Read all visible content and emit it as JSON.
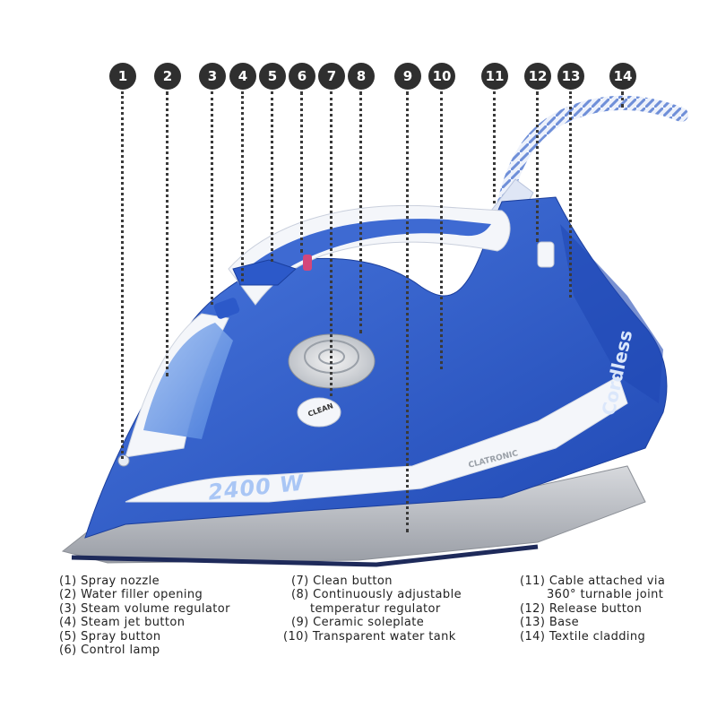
{
  "product": {
    "wattage_label": "2400 W",
    "side_label": "Cordless",
    "brand_label": "CLATRONIC",
    "clean_button_label": "CLEAN"
  },
  "markers": [
    "1",
    "2",
    "3",
    "4",
    "5",
    "6",
    "7",
    "8",
    "9",
    "10",
    "11",
    "12",
    "13",
    "14"
  ],
  "legend": {
    "column1": [
      "(1) Spray nozzle",
      "(2) Water filler opening",
      "(3) Steam volume regulator",
      "(4) Steam jet button",
      "(5) Spray button",
      "(6) Control lamp"
    ],
    "column2": [
      "(7) Clean button",
      "(8) Continuously adjustable",
      "temperatur regulator",
      "(9) Ceramic soleplate",
      "(10) Transparent water tank"
    ],
    "column3": [
      "(11) Cable attached via",
      "360° turnable joint",
      "(12) Release button",
      "(13) Base",
      "(14) Textile cladding"
    ]
  },
  "colors": {
    "body_blue": "#2a57c8",
    "light_blue": "#7fa3e6",
    "white_trim": "#f4f6fa",
    "soleplate_silver": "#b9bcc2",
    "marker_dark": "#2f2f2f",
    "control_lamp": "#d4477a"
  }
}
